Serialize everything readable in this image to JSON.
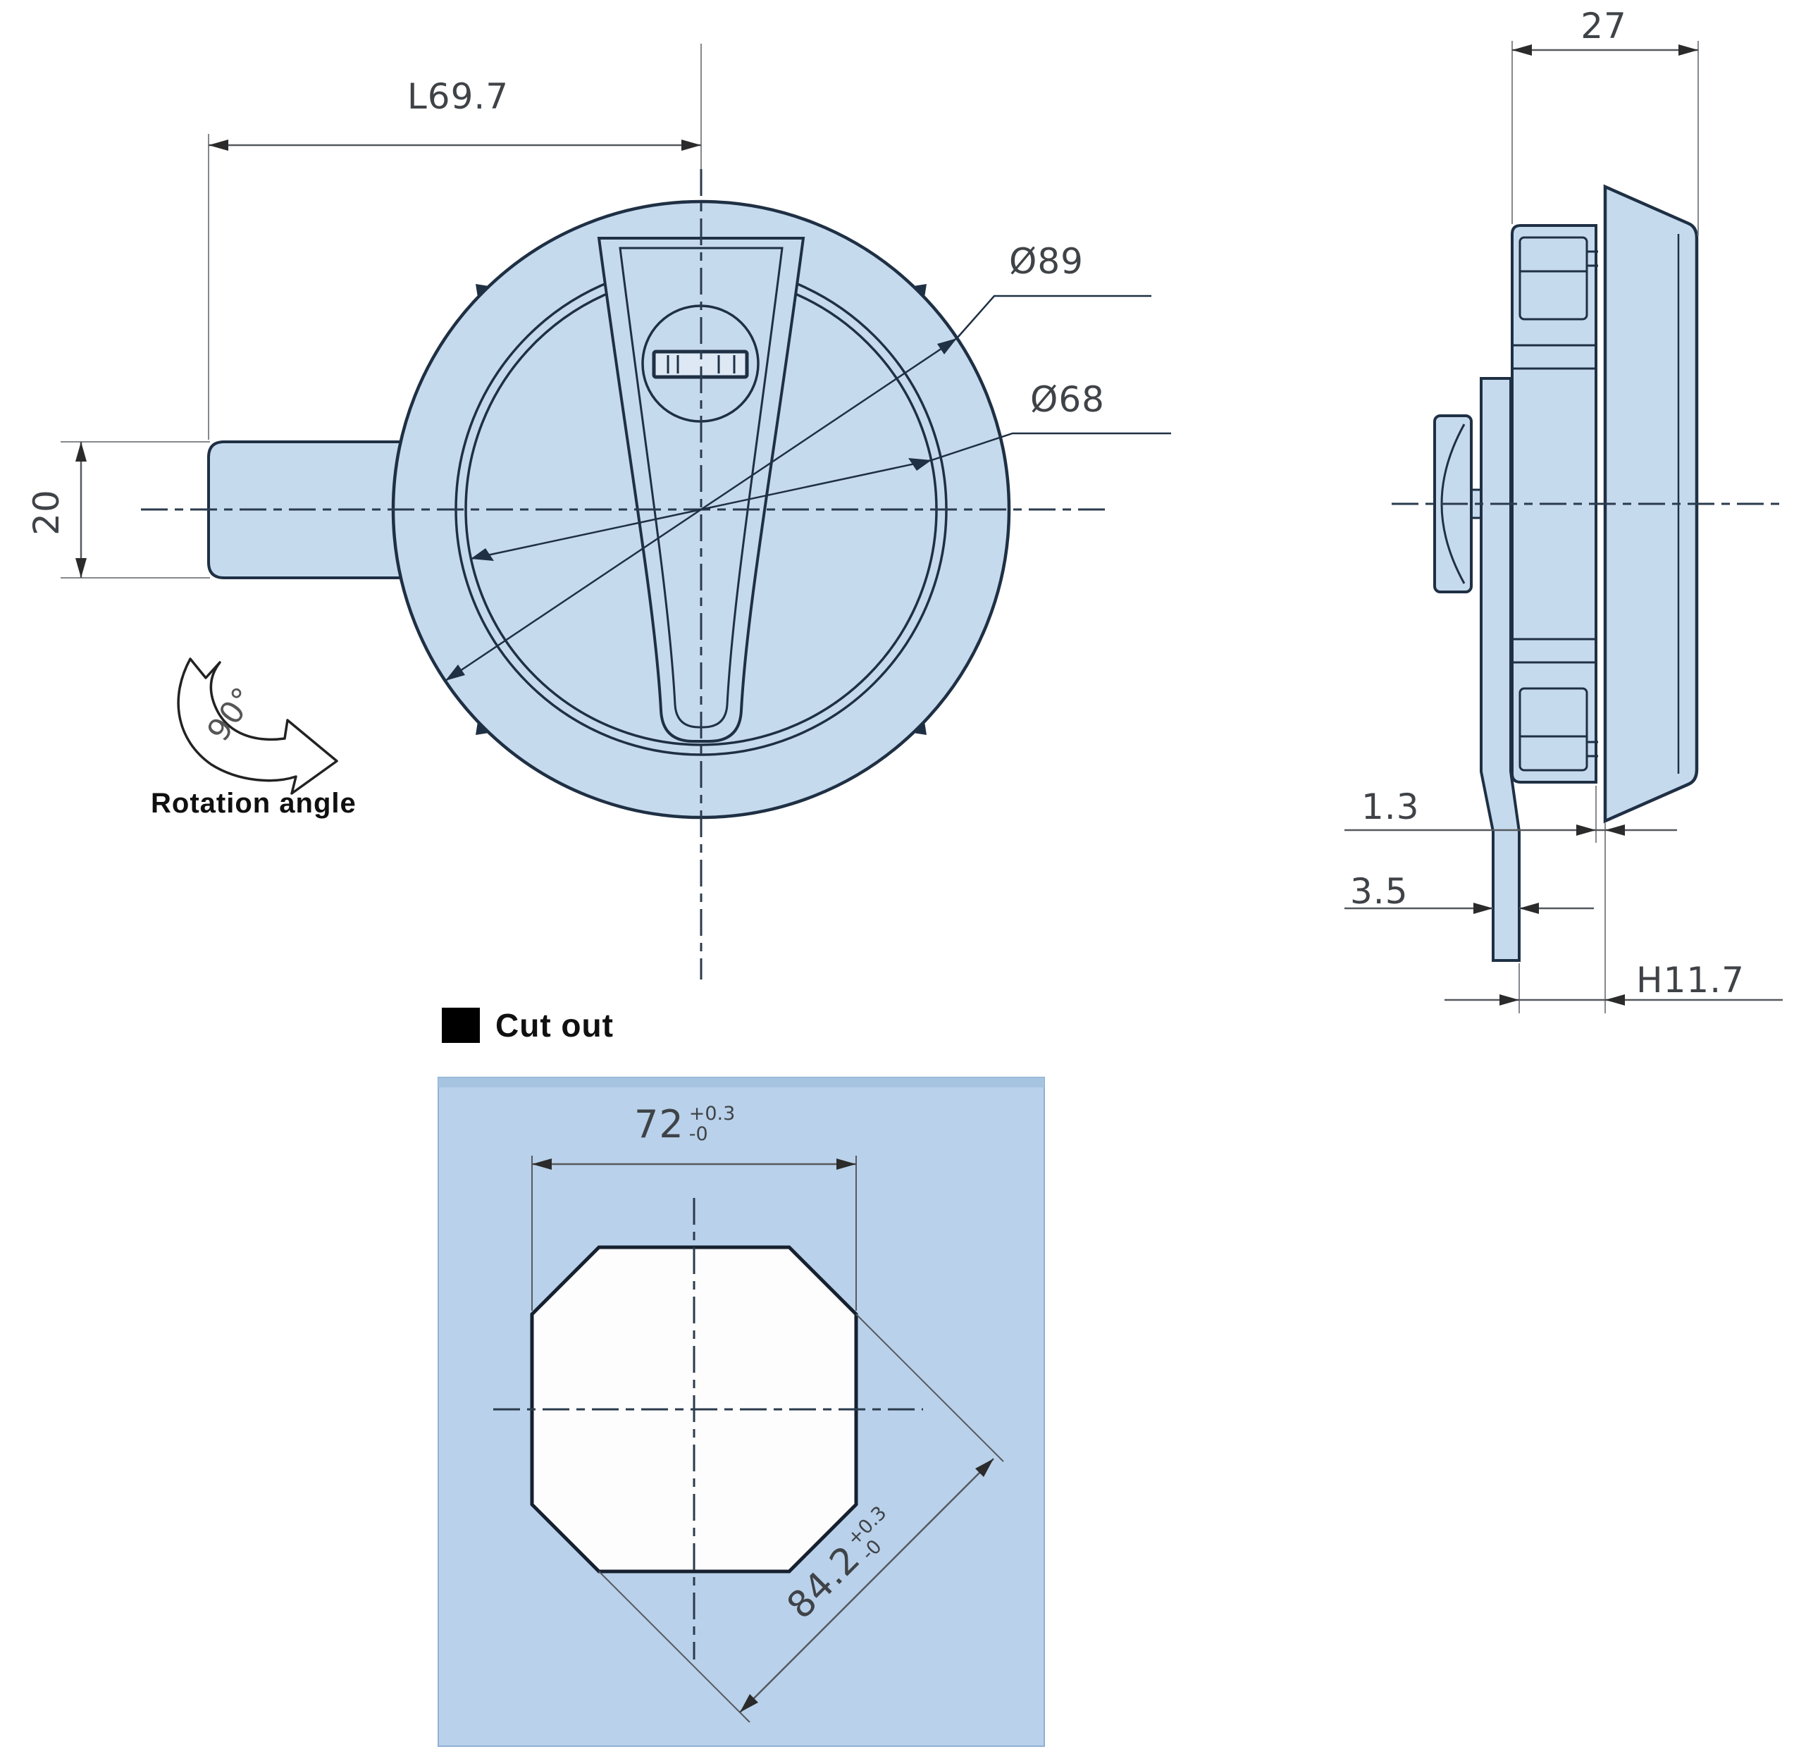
{
  "front": {
    "dim_l": "L69.7",
    "dim_shaft": "20",
    "dia_outer": "Ø89",
    "dia_inner": "Ø68",
    "rot_value": "90°",
    "rot_label": "Rotation angle"
  },
  "side": {
    "dim_depth": "27",
    "dim_gap": "1.3",
    "dim_cam": "3.5",
    "dim_grip": "H11.7"
  },
  "cutout": {
    "label": "Cut out",
    "width": "72",
    "width_tol_plus": "+0.3",
    "width_tol_minus": "-0",
    "diag": "84.2",
    "diag_tol_plus": "+0.3",
    "diag_tol_minus": "-0"
  },
  "colors": {
    "part_fill": "#c6daee",
    "panel_fill": "#b9d1ea",
    "outline": "#1f3044",
    "dim_line": "#55595e",
    "text": "#3f4347"
  }
}
